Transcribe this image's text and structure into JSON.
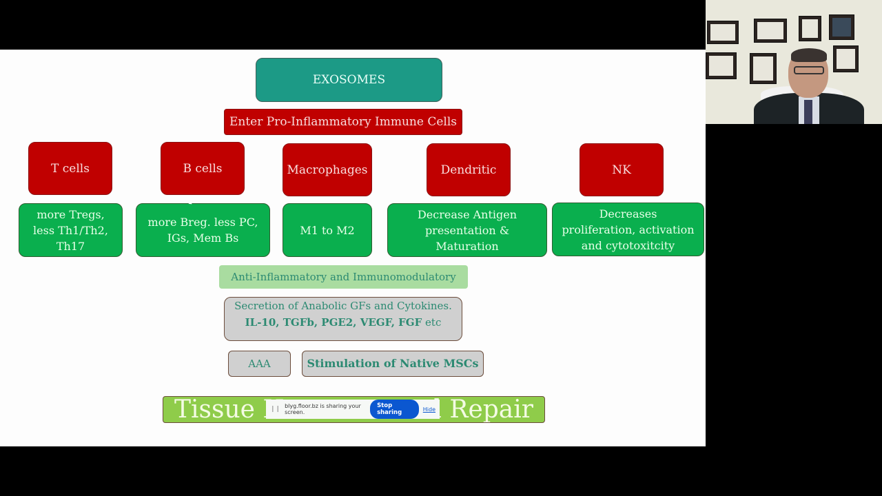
{
  "slide": {
    "title": "EXOSOMES",
    "subtitle": "Enter Pro-Inflammatory Immune Cells",
    "cells": [
      {
        "name": "T cells",
        "effect": "more Tregs, less Th1/Th2, Th17"
      },
      {
        "name": "B cells",
        "effect": "more Breg. less PC, IGs, Mem Bs"
      },
      {
        "name": "Macrophages",
        "effect": "M1 to M2"
      },
      {
        "name": "Dendritic",
        "effect": "Decrease Antigen presentation & Maturation"
      },
      {
        "name": "NK",
        "effect": "Decreases proliferation, activation and cytotoxitcity"
      }
    ],
    "anti_inflammatory": "Anti-Inflammatory and Immunomodulatory",
    "secretion": {
      "prefix": "Secretion of Anabolic GFs and Cytokines.",
      "bold": "IL-10, TGFb, PGE2, VEGF, FGF",
      "suffix": "etc"
    },
    "aaa": "AAA",
    "stimulation": "Stimulation of Native MSCs",
    "banner": {
      "left_visible": "Tissue H",
      "right_visible": "d Repair"
    },
    "colors": {
      "teal": "#1c9a86",
      "red": "#c00000",
      "green": "#0aaf4e",
      "light_green": "#a9dca0",
      "grey": "#d0d0d0",
      "banner_green": "#8fcc4a"
    }
  },
  "screen_share": {
    "message": "blyg.floor.bz is sharing your screen.",
    "stop_label": "Stop sharing",
    "hide_label": "Hide"
  },
  "webcam": {
    "description": "presenter video feed"
  }
}
